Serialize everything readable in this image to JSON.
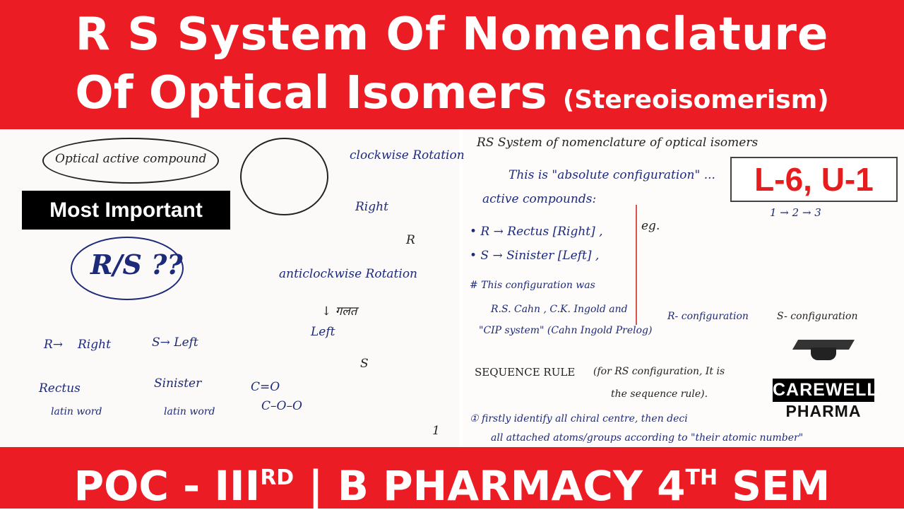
{
  "title": {
    "line1": "R S System Of Nomenclature",
    "line2": "Of Optical Isomers",
    "line2_paren": "(Stereoisomerism)"
  },
  "badge_most_important": "Most Important",
  "lecture_badge": "L-6, U-1",
  "footer": {
    "part1": "POC - III",
    "sup1": "RD",
    "part2": " | B PHARMACY 4",
    "sup2": "TH",
    "part3": " SEM"
  },
  "logo": {
    "line1": "CAREWELL",
    "line2": "PHARMA"
  },
  "colors": {
    "banner_red": "#ec1c24",
    "ink_blue": "#1d2a7a",
    "badge_red": "#e81c1c"
  },
  "notes_left": {
    "optical": "Optical active compound",
    "rs": "R/S ??",
    "r": "R→",
    "right": "Right",
    "rectus": "Rectus",
    "latin1": "latin word",
    "s": "S→ Left",
    "sinister": "Sinister",
    "latin2": "latin word",
    "clockwise": "clockwise Rotation",
    "right2": "Right",
    "r2": "R",
    "anticlockwise": "anticlockwise Rotation",
    "galat": "↓ गलत",
    "left": "Left",
    "s2": "S",
    "c1": "C=O",
    "c2": "C–O–O",
    "page_no": "1"
  },
  "notes_right": {
    "heading": "RS System of nomenclature of optical isomers",
    "abs": "This is \"absolute configuration\" ...",
    "active": "active compounds:",
    "r": "• R → Rectus [Right] ,",
    "s": "• S → Sinister [Left] ,",
    "hash": "# This configuration was",
    "cahn": "R.S. Cahn , C.K. Ingold and",
    "cip": "\"CIP system\" (Cahn Ingold Prelog)",
    "eg": "eg.",
    "rconf": "R- configuration",
    "sconf": "S- configuration",
    "seq": "1 → 2 → 3",
    "rule": "SEQUENCE RULE",
    "rule_note": "(for RS configuration, It is",
    "rule_note2": "the sequence rule).",
    "step1": "① firstly identify all chiral centre, then deci",
    "step1b": "all attached atoms/groups according to \"their atomic number\""
  }
}
